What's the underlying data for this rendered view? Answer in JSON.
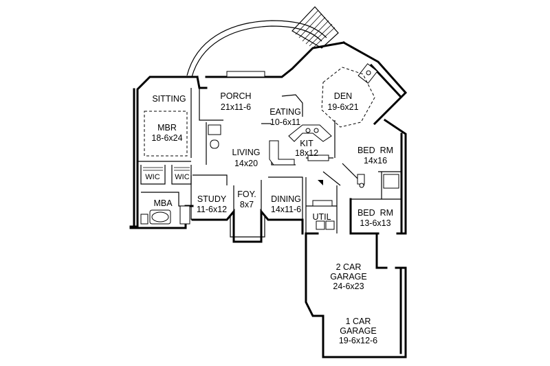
{
  "rooms": [
    {
      "id": "sitting",
      "name": "SITTING",
      "dims": ""
    },
    {
      "id": "porch",
      "name": "PORCH",
      "dims": "21x11-6"
    },
    {
      "id": "den",
      "name": "DEN",
      "dims": "19-6x21"
    },
    {
      "id": "mbr",
      "name": "MBR",
      "dims": "18-6x24"
    },
    {
      "id": "eating",
      "name": "EATING",
      "dims": "10-6x11"
    },
    {
      "id": "kit",
      "name": "KIT",
      "dims": "18x12"
    },
    {
      "id": "living",
      "name": "LIVING",
      "dims": "14x20"
    },
    {
      "id": "bed1",
      "name": "BED  RM",
      "dims": "14x16"
    },
    {
      "id": "wic1",
      "name": "WIC",
      "dims": ""
    },
    {
      "id": "wic2",
      "name": "WIC",
      "dims": ""
    },
    {
      "id": "study",
      "name": "STUDY",
      "dims": "11-6x12"
    },
    {
      "id": "foy",
      "name": "FOY.",
      "dims": "8x7"
    },
    {
      "id": "dining",
      "name": "DINING",
      "dims": "14x11-6"
    },
    {
      "id": "mba",
      "name": "MBA",
      "dims": ""
    },
    {
      "id": "bed2",
      "name": "BED  RM",
      "dims": "13-6x13"
    },
    {
      "id": "util",
      "name": "UTIL",
      "dims": ""
    },
    {
      "id": "garage2",
      "name_lines": [
        "2 CAR",
        "GARAGE"
      ],
      "dims": "24-6x23"
    },
    {
      "id": "garage1",
      "name_lines": [
        "1 CAR",
        "GARAGE"
      ],
      "dims": "19-6x12-6"
    }
  ]
}
